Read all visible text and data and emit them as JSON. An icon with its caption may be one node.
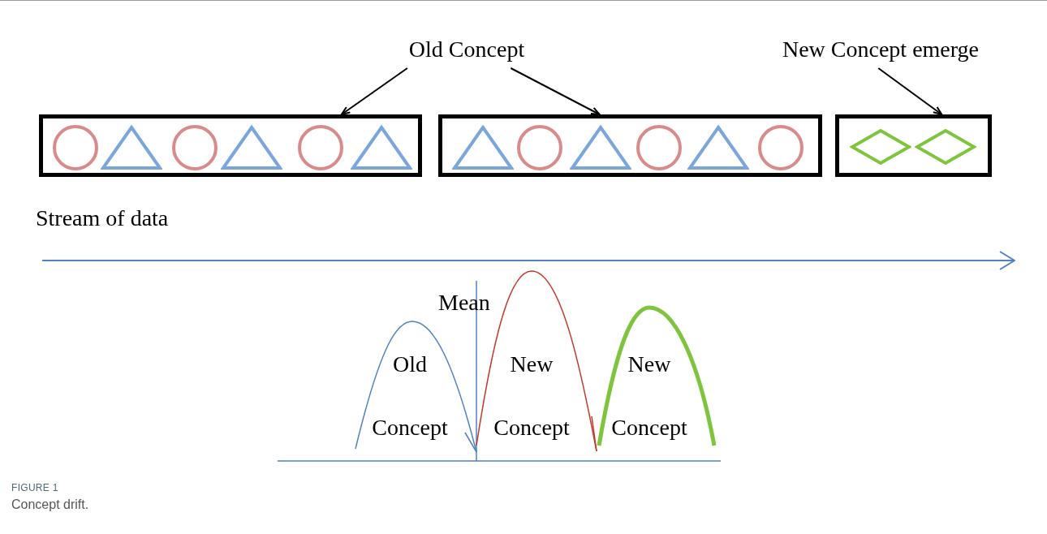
{
  "diagram": {
    "caption": "Concept drift.",
    "nodes": [
      {
        "text": [
          "Old Concept"
        ]
      },
      {
        "text": [
          "New Concept emerge"
        ]
      },
      {
        "text": [],
        "shape": "box"
      },
      {
        "text": [],
        "shape": "circle",
        "in": 2
      },
      {
        "text": [],
        "shape": "triangle",
        "in": 2
      },
      {
        "text": [],
        "shape": "circle",
        "in": 2
      },
      {
        "text": [],
        "shape": "triangle",
        "in": 2
      },
      {
        "text": [],
        "shape": "circle",
        "in": 2
      },
      {
        "text": [],
        "shape": "triangle",
        "in": 2
      },
      {
        "text": [],
        "shape": "box"
      },
      {
        "text": [],
        "shape": "triangle",
        "in": 9
      },
      {
        "text": [],
        "shape": "circle",
        "in": 9
      },
      {
        "text": [],
        "shape": "triangle",
        "in": 9
      },
      {
        "text": [],
        "shape": "circle",
        "in": 9
      },
      {
        "text": [],
        "shape": "triangle",
        "in": 9
      },
      {
        "text": [],
        "shape": "circle",
        "in": 9
      },
      {
        "text": [],
        "shape": "box"
      },
      {
        "text": [],
        "shape": "diamond",
        "in": 16
      },
      {
        "text": [],
        "shape": "diamond",
        "in": 16
      }
    ],
    "edges": [
      {
        "from": 0,
        "to": 2,
        "arrow": "to"
      },
      {
        "from": 0,
        "to": 9,
        "arrow": "to"
      },
      {
        "from": 1,
        "to": 16,
        "arrow": "to"
      }
    ],
    "labels": [
      "Stream of data",
      "Mean",
      "Old Concept",
      "New Concept",
      "New Concept",
      "FIGURE 1"
    ]
  }
}
